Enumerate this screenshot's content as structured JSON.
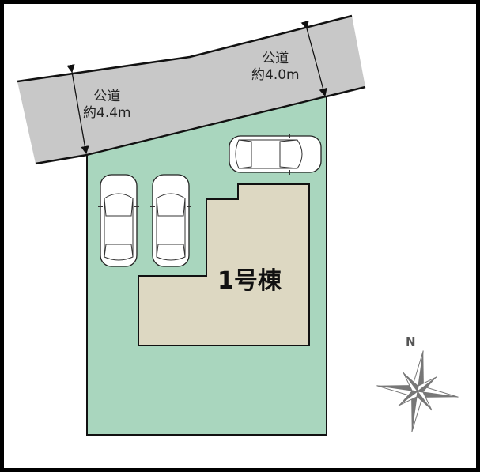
{
  "road_left": {
    "name": "公道",
    "width": "約4.4m"
  },
  "road_right": {
    "name": "公道",
    "width": "約4.0m"
  },
  "building": {
    "label": "1号棟"
  },
  "compass": {
    "north_label": "N"
  },
  "colors": {
    "road": "#c8c8c8",
    "lot": "#a9d6be",
    "building": "#ddd8c2",
    "compass": "#777777"
  },
  "parking_spaces": 3
}
